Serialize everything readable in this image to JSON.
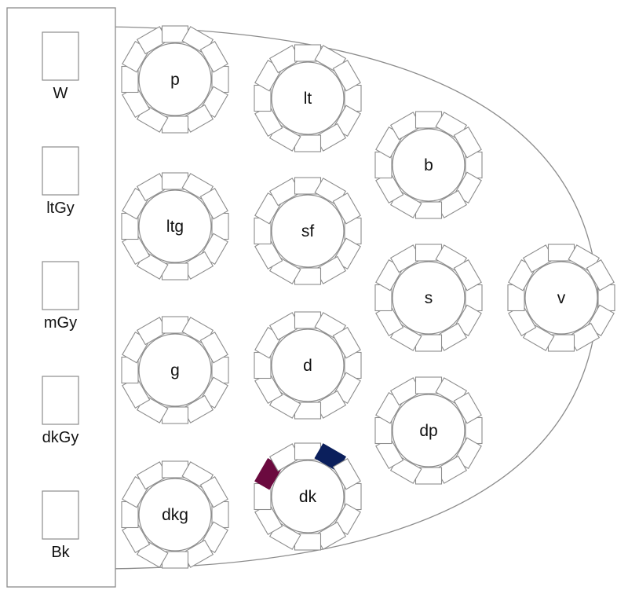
{
  "colors": {
    "stroke": "#8c8c8c",
    "background": "#ffffff",
    "text": "#111111"
  },
  "side_panel": {
    "boxes": [
      {
        "id": "w",
        "label": "W"
      },
      {
        "id": "ltgy",
        "label": "ltGy"
      },
      {
        "id": "mgy",
        "label": "mGy"
      },
      {
        "id": "dkgy",
        "label": "dkGy"
      },
      {
        "id": "bk",
        "label": "Bk"
      }
    ]
  },
  "tables": [
    {
      "id": "p",
      "label": "p"
    },
    {
      "id": "ltg",
      "label": "ltg"
    },
    {
      "id": "g",
      "label": "g"
    },
    {
      "id": "dkg",
      "label": "dkg"
    },
    {
      "id": "lt",
      "label": "lt"
    },
    {
      "id": "sf",
      "label": "sf"
    },
    {
      "id": "d",
      "label": "d"
    },
    {
      "id": "dk",
      "label": "dk",
      "highlighted_seats": [
        {
          "seat": 7,
          "color": "#6b0a3f"
        },
        {
          "seat": 10,
          "color": "#0b1f5c"
        }
      ]
    },
    {
      "id": "b",
      "label": "b"
    },
    {
      "id": "s",
      "label": "s"
    },
    {
      "id": "dp",
      "label": "dp"
    },
    {
      "id": "v",
      "label": "v"
    }
  ]
}
